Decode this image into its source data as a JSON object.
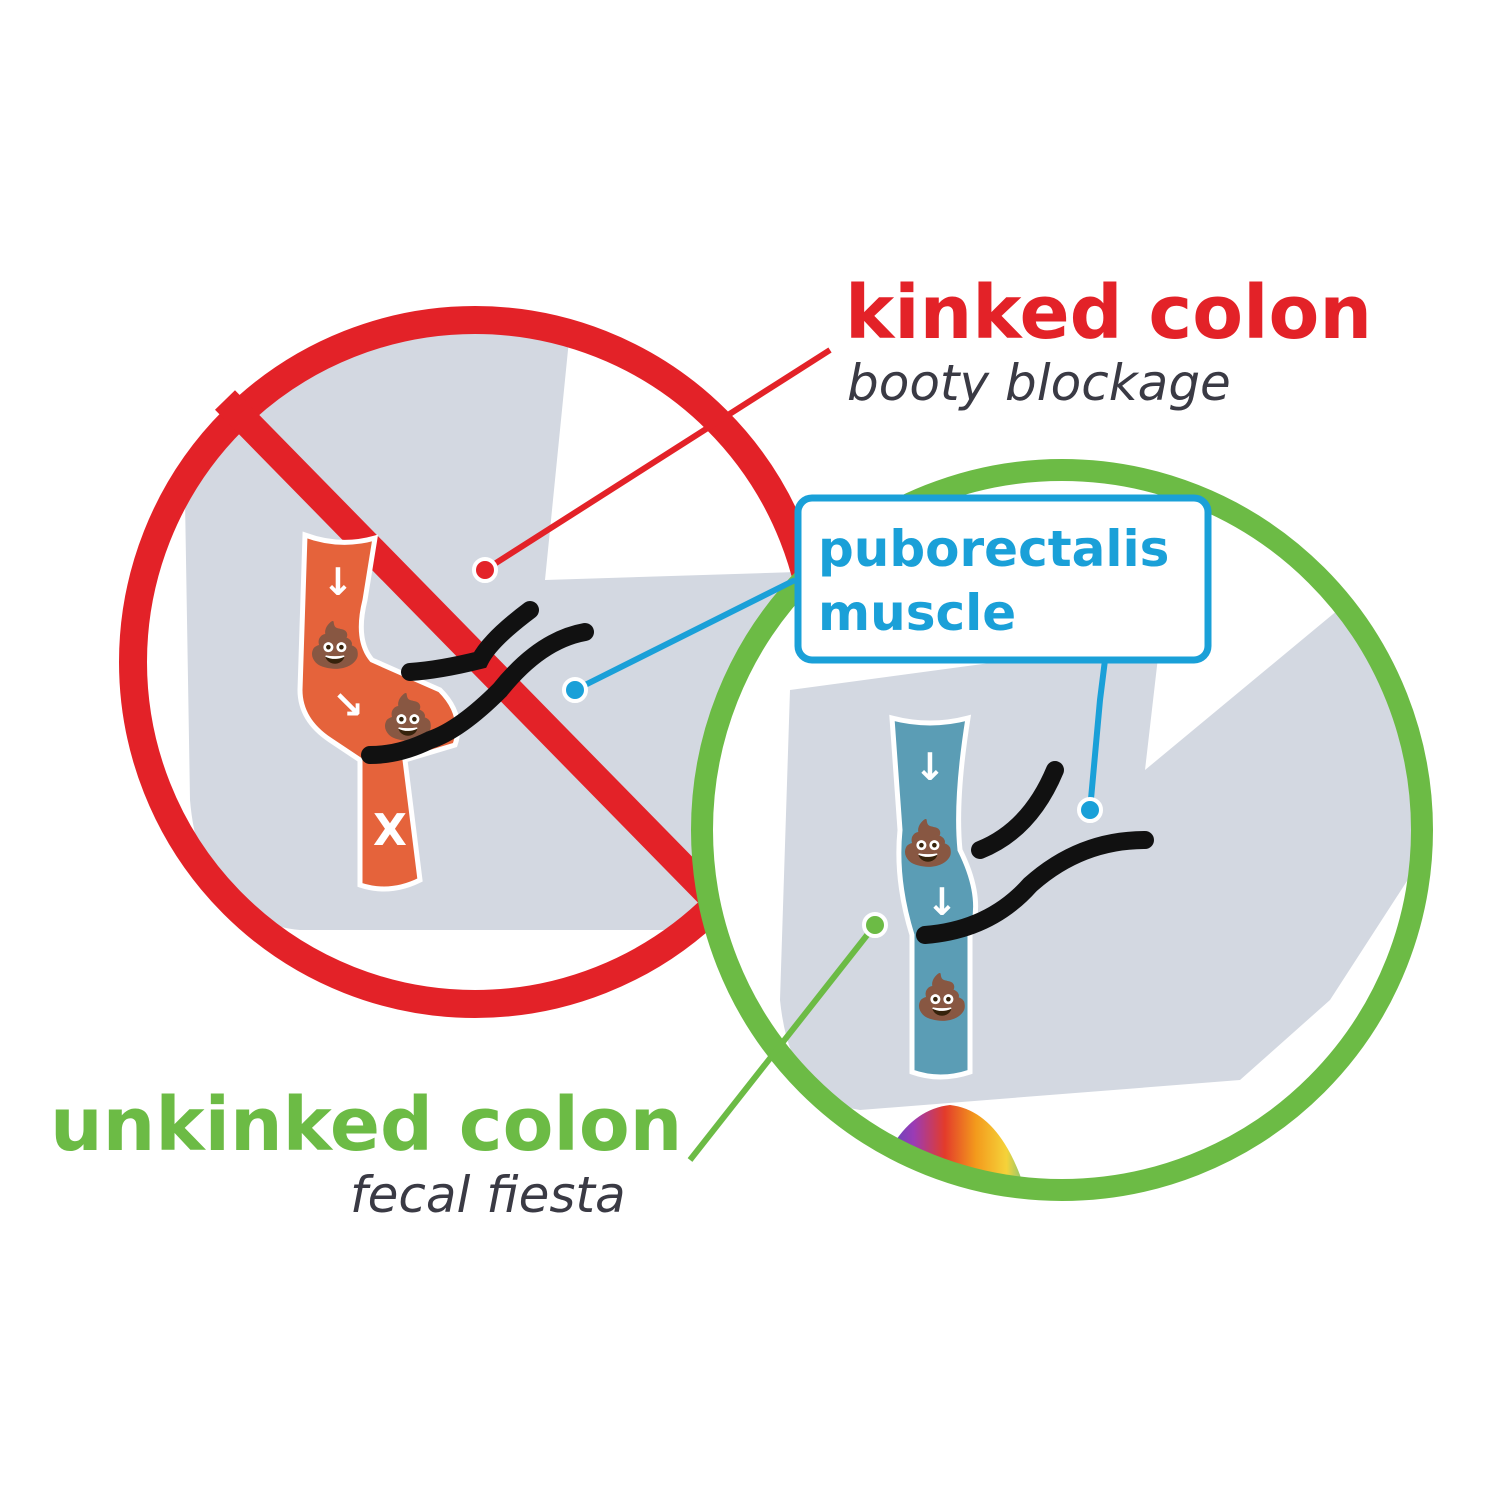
{
  "colors": {
    "red": "#e32228",
    "green": "#6cbb45",
    "blue": "#1aa0d8",
    "gray_seat": "#d3d8e1",
    "orange_colon": "#e5633b",
    "teal_colon": "#5b9db5",
    "subtitle": "#3a3a44"
  },
  "kinked": {
    "title": "kinked colon",
    "subtitle": "booty blockage",
    "block_mark": "X"
  },
  "unkinked": {
    "title": "unkinked colon",
    "subtitle": "fecal fiesta"
  },
  "muscle_label": {
    "line1": "puborectalis",
    "line2": "muscle"
  },
  "icons": [
    "prohibited-sign",
    "check-circle",
    "down-arrow-icon",
    "poop-emoji-icon",
    "rainbow-poop-emoji-icon",
    "rainbow-icon"
  ]
}
